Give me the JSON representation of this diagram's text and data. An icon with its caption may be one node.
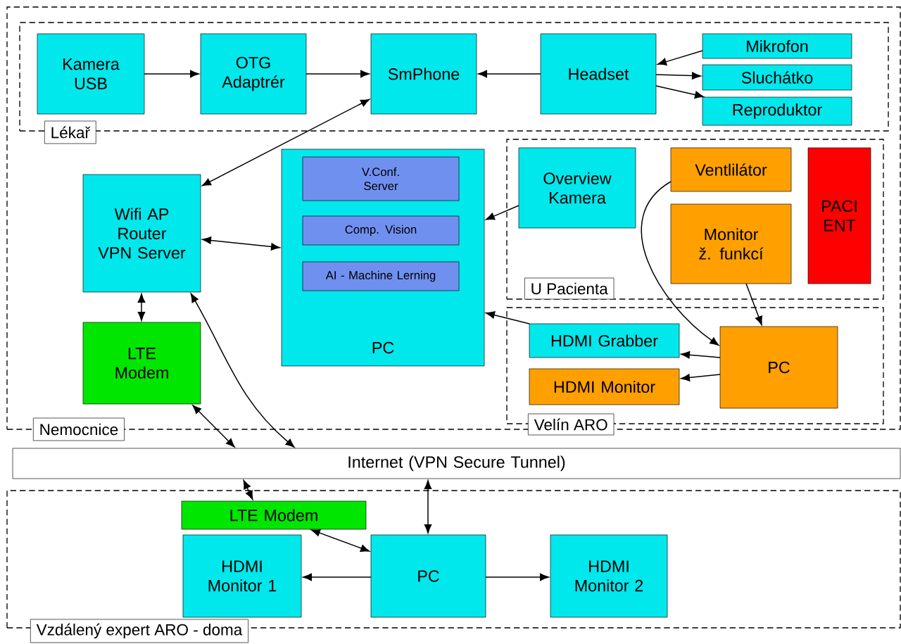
{
  "diagram": {
    "nodes": [
      {
        "text": [
          "Nemocnice"
        ]
      },
      {
        "text": [
          "Lékař"
        ],
        "in": 0
      },
      {
        "text": [
          "Kamera USB"
        ],
        "in": 1
      },
      {
        "text": [
          "OTG Adaptrér"
        ],
        "in": 1
      },
      {
        "text": [
          "SmPhone"
        ],
        "in": 1
      },
      {
        "text": [
          "Headset"
        ],
        "in": 1
      },
      {
        "text": [
          "Mikrofon"
        ],
        "in": 1
      },
      {
        "text": [
          "Sluchátko"
        ],
        "in": 1
      },
      {
        "text": [
          "Reproduktor"
        ],
        "in": 1
      },
      {
        "text": [
          "Wifi AP Router VPN Server"
        ],
        "in": 0
      },
      {
        "text": [
          "PC"
        ],
        "in": 0
      },
      {
        "text": [
          "V.Conf. Server"
        ],
        "in": 10
      },
      {
        "text": [
          "Comp. Vision"
        ],
        "in": 10
      },
      {
        "text": [
          "AI - Machine Lerning"
        ],
        "in": 10
      },
      {
        "text": [
          "U Pacienta"
        ],
        "in": 0
      },
      {
        "text": [
          "Overview Kamera"
        ],
        "in": 14
      },
      {
        "text": [
          "Ventlilátor"
        ],
        "in": 14
      },
      {
        "text": [
          "Monitor ž. funkcí"
        ],
        "in": 14
      },
      {
        "text": [
          "PACI ENT"
        ],
        "in": 14
      },
      {
        "text": [
          "LTE Modem"
        ],
        "in": 0
      },
      {
        "text": [
          "Velín ARO"
        ],
        "in": 0
      },
      {
        "text": [
          "HDMI Grabber"
        ],
        "in": 20
      },
      {
        "text": [
          "HDMI Monitor"
        ],
        "in": 20
      },
      {
        "text": [
          "PC"
        ],
        "in": 20
      },
      {
        "text": [
          "Internet (VPN Secure Tunnel)"
        ]
      },
      {
        "text": [
          "Vzdálený expert ARO - doma"
        ]
      },
      {
        "text": [
          "LTE Modem"
        ],
        "in": 25
      },
      {
        "text": [
          "HDMI Monitor 1"
        ],
        "in": 25
      },
      {
        "text": [
          "PC"
        ],
        "in": 25
      },
      {
        "text": [
          "HDMI Monitor 2"
        ],
        "in": 25
      }
    ],
    "edges": [
      {
        "from": 2,
        "to": 3,
        "arrow": "to"
      },
      {
        "from": 3,
        "to": 4,
        "arrow": "to"
      },
      {
        "from": 5,
        "to": 4,
        "arrow": "to"
      },
      {
        "from": 6,
        "to": 5,
        "arrow": "to"
      },
      {
        "from": 5,
        "to": 7,
        "arrow": "to"
      },
      {
        "from": 5,
        "to": 8,
        "arrow": "to"
      },
      {
        "from": 4,
        "to": 9,
        "arrow": "both"
      },
      {
        "from": 9,
        "to": 10,
        "arrow": "both"
      },
      {
        "from": 15,
        "to": 10,
        "arrow": "to"
      },
      {
        "from": 21,
        "to": 10,
        "arrow": "to"
      },
      {
        "from": 23,
        "to": 21,
        "arrow": "to"
      },
      {
        "from": 23,
        "to": 22,
        "arrow": "to"
      },
      {
        "from": 16,
        "to": 23,
        "arrow": "to"
      },
      {
        "from": 17,
        "to": 23,
        "arrow": "to"
      },
      {
        "from": 9,
        "to": 19,
        "arrow": "both"
      },
      {
        "from": 19,
        "to": 24,
        "arrow": "both"
      },
      {
        "from": 9,
        "to": 24,
        "arrow": "both"
      },
      {
        "from": 24,
        "to": 26,
        "arrow": "both"
      },
      {
        "from": 24,
        "to": 28,
        "arrow": "both"
      },
      {
        "from": 26,
        "to": 28,
        "arrow": "both"
      },
      {
        "from": 28,
        "to": 27,
        "arrow": "to"
      },
      {
        "from": 28,
        "to": 29,
        "arrow": "to"
      }
    ]
  }
}
